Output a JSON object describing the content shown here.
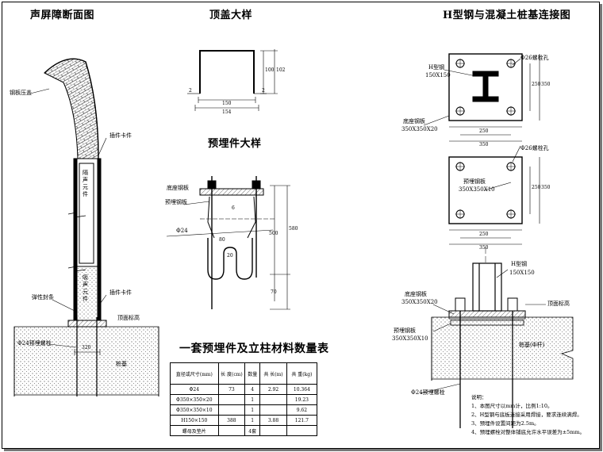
{
  "titles": {
    "section": "声屏障断面图",
    "cap": "顶盖大样",
    "embed": "预埋件大样",
    "table": "一套预埋件及立柱材料数量表",
    "connect": "H型钢与混凝土桩基连接图"
  },
  "section_labels": {
    "steel_plate": "钢板压盖",
    "clip_top": "插件卡件",
    "sound_element": "隔声元件",
    "wood_element": "吸声元件",
    "clip_bottom": "插件卡件",
    "seal": "弹性封条",
    "top_elev": "顶面标高",
    "bolt": "Φ24预埋螺栓",
    "dim_320": "320",
    "pile": "桩基"
  },
  "cap_labels": {
    "d150": "150",
    "d154": "154",
    "d2l": "2",
    "d2r": "2",
    "d100": "100",
    "d102": "102"
  },
  "embed_labels": {
    "base_plate": "底座钢板",
    "embed_plate": "预埋钢板",
    "phi24": "Φ24",
    "d6": "6",
    "d500": "500",
    "d580": "580",
    "d80": "80",
    "d70": "70",
    "d20": "20"
  },
  "connect_labels": {
    "hole_top": "Φ26螺栓孔",
    "h_steel_top": "H型钢",
    "h_steel_top_spec": "150X150",
    "base_plate_top": "底座钢板",
    "base_plate_top_spec": "350X350X20",
    "d250_top": "250",
    "d350_top": "350",
    "d250_top_v": "250",
    "d350_top_v": "350",
    "hole_mid": "Φ26螺栓孔",
    "embed_plate_mid": "预埋钢板",
    "embed_plate_mid_spec": "350X350X10",
    "d250_mid": "250",
    "d350_mid": "350",
    "d250_mid_v": "250",
    "d350_mid_v": "350",
    "h_steel_bot": "H型钢",
    "h_steel_bot_spec": "150X150",
    "base_plate_bot": "底座钢板",
    "base_plate_bot_spec": "350X350X20",
    "top_elev": "顶面标高",
    "embed_plate_bot": "预埋钢板",
    "embed_plate_bot_spec": "350X350X10",
    "pile_bot": "桩基(Φ杆)",
    "bolt_bot": "Φ24预埋螺栓"
  },
  "table": {
    "headers": [
      "直径或尺寸(mm)",
      "长 度(cm)",
      "数量",
      "共 长(m)",
      "共 重(kg)"
    ],
    "rows": [
      [
        "Φ24",
        "73",
        "4",
        "2.92",
        "10.364"
      ],
      [
        "Φ350×350×20",
        "",
        "1",
        "",
        "19.23"
      ],
      [
        "Φ350×350×10",
        "",
        "1",
        "",
        "9.62"
      ],
      [
        "H150×150",
        "388",
        "1",
        "3.88",
        "121.7"
      ],
      [
        "螺母及垫片",
        "",
        "4套",
        "",
        ""
      ]
    ]
  },
  "notes": {
    "title": "说明：",
    "items": [
      "1、本图尺寸以mm计，比例1:10。",
      "2、H型钢与底板连接采用焊接，要求连续满焊。",
      "3、预埋件设置间距为2.5m。",
      "4、预埋螺栓对整体铺底允许水平误差为±5mm。"
    ]
  }
}
